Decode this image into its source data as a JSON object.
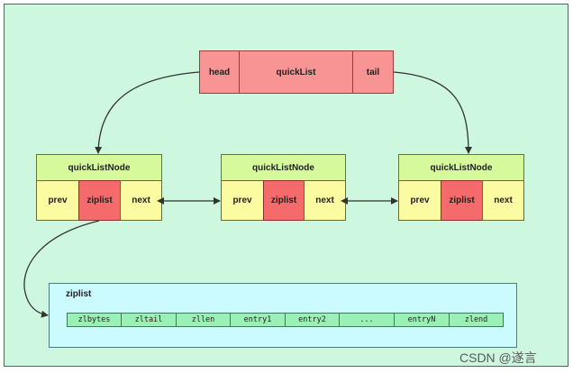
{
  "quicklist": {
    "head_label": "head",
    "title_label": "quickList",
    "tail_label": "tail"
  },
  "nodes": [
    {
      "title": "quickListNode",
      "prev": "prev",
      "ziplist": "ziplist",
      "next": "next"
    },
    {
      "title": "quickListNode",
      "prev": "prev",
      "ziplist": "ziplist",
      "next": "next"
    },
    {
      "title": "quickListNode",
      "prev": "prev",
      "ziplist": "ziplist",
      "next": "next"
    }
  ],
  "ziplist": {
    "label": "ziplist",
    "fields": [
      "zlbytes",
      "zltail",
      "zllen",
      "entry1",
      "entry2",
      "...",
      "entryN",
      "zlend"
    ]
  },
  "watermark": "CSDN @遂言",
  "colors": {
    "background": "#cdf8df",
    "quicklist_box": "#f89494",
    "node_title": "#d6f99c",
    "node_cell": "#fbfba2",
    "node_ziplist": "#f56a6a",
    "ziplist_container": "#ccfbff",
    "ziplist_field": "#9bf0b7"
  }
}
